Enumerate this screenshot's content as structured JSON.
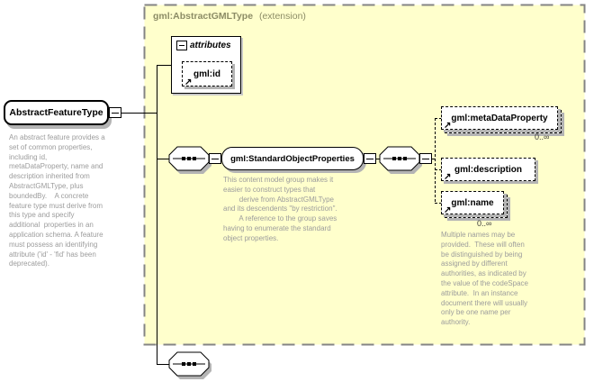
{
  "colors": {
    "base_fill": "#ffffcc",
    "base_border": "#848484",
    "annotation_text": "#9c9c9c",
    "title_text": "#8c8c66",
    "shadow": "#b4b4b4",
    "element_text": "#000000"
  },
  "icons": {
    "ref_arrow": "↗"
  },
  "root": {
    "label": "AbstractFeatureType",
    "annotation": "An abstract feature provides a\nset of common properties,\nincluding id,\nmetaDataProperty, name and\ndescription inherited from\nAbstractGMLType, plus\nboundedBy.    A concrete\nfeature type must derive from\nthis type and specify\nadditional  properties in an\napplication schema. A feature\nmust possess an identifying\nattribute ('id' - 'fid' has been\ndeprecated)."
  },
  "base": {
    "title": "gml:AbstractGMLType",
    "suffix": "(extension)"
  },
  "attributes_box": {
    "label": "attributes",
    "attribute": {
      "label": "gml:id"
    }
  },
  "group": {
    "label": "gml:StandardObjectProperties",
    "annotation": "This content model group makes it\neasier to construct types that\n        derive from AbstractGMLType\nand its descendents \"by restriction\".\n        A reference to the group saves\nhaving to enumerate the standard\nobject properties."
  },
  "elements": [
    {
      "label": "gml:metaDataProperty",
      "occurrence": "0..∞"
    },
    {
      "label": "gml:description"
    },
    {
      "label": "gml:name",
      "occurrence": "0..∞",
      "annotation": "Multiple names may be\nprovided.  These will often\nbe distinguished by being\nassigned by different\nauthorities, as indicated by\nthe value of the codeSpace\nattribute.  In an instance\ndocument there will usually\nonly be one name per\nauthority."
    }
  ]
}
